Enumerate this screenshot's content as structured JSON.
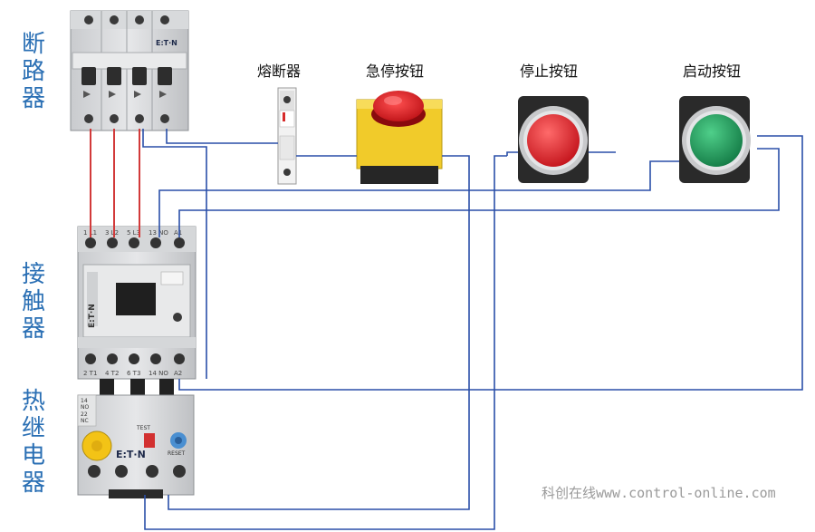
{
  "labels": {
    "breaker": "断路器",
    "contactor": "接触器",
    "thermal_relay": "热继电器",
    "fuse": "熔断器",
    "estop": "急停按钮",
    "stop": "停止按钮",
    "start": "启动按钮"
  },
  "device_marks": {
    "brand": "E:T·N",
    "test": "TEST",
    "reset": "RESET",
    "contactor_top_terminals": [
      "1 L1",
      "3 L2",
      "5 L3",
      "13 NO",
      "A1"
    ],
    "contactor_bottom_terminals": [
      "2 T1",
      "4 T2",
      "6 T3",
      "14 NO",
      "A2"
    ],
    "relay_left_marks": [
      "14",
      "NO",
      "22",
      "NC"
    ]
  },
  "watermark": "科创在线www.control-online.com",
  "colors": {
    "label_blue": "#2a6fb4",
    "wire_blue": "#2a4fa8",
    "wire_red": "#d23a3a"
  }
}
